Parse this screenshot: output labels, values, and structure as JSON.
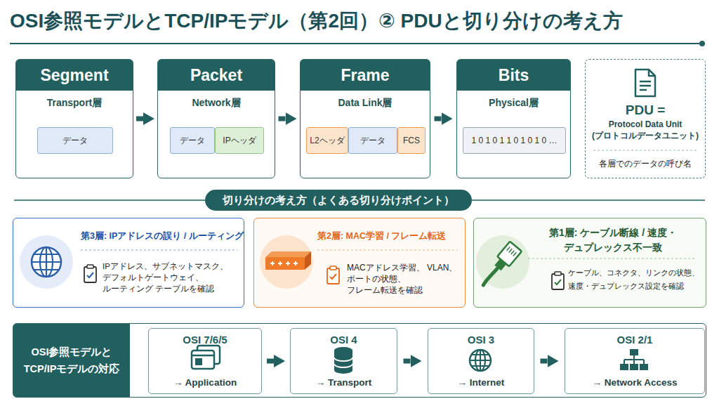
{
  "diagram": {
    "title": "OSI参照モデルとTCP/IPモデル（第2回）② PDUと切り分けの考え方",
    "nodes": [
      {
        "text": [
          "Segment",
          "Transport層"
        ]
      },
      {
        "text": [
          "データ"
        ],
        "in": 0
      },
      {
        "text": [
          "Packet",
          "Network層"
        ]
      },
      {
        "text": [
          "データ"
        ],
        "in": 2
      },
      {
        "text": [
          "IPヘッダ"
        ],
        "in": 2
      },
      {
        "text": [
          "Frame",
          "Data Link層"
        ]
      },
      {
        "text": [
          "L2ヘッダ"
        ],
        "in": 5
      },
      {
        "text": [
          "データ"
        ],
        "in": 5
      },
      {
        "text": [
          "FCS"
        ],
        "in": 5
      },
      {
        "text": [
          "Bits",
          "Physical層"
        ]
      },
      {
        "text": [
          "1 0 1 0 1 1 0 1 0 1 0 …"
        ],
        "in": 9
      },
      {
        "text": [
          "PDU =",
          "Protocol Data Unit (プロトコルデータユニット)",
          "各層でのデータの呼び名"
        ]
      },
      {
        "text": [
          "切り分けの考え方（よくある切り分けポイント）"
        ]
      },
      {
        "text": [
          "第3層: IPアドレスの誤り / ルーティング",
          "IPアドレス、サブネットマスク、 デフォルトゲートウェイ、ルーティング テーブルを確認"
        ]
      },
      {
        "text": [
          "第2層: MAC学習 / フレーム転送",
          "MACアドレス学習、 VLAN、ポートの状態、 フレーム転送を確認"
        ]
      },
      {
        "text": [
          "第1層: ケーブル断線 / 速度・デュプレックス不一致",
          "ケーブル、コネクタ、リンクの状態、 速度・デュプレックス設定を確認"
        ]
      },
      {
        "text": [
          "OSI参照モデルと TCP/IPモデルの対応"
        ]
      },
      {
        "text": [
          "OSI 7/6/5",
          "→ Application"
        ],
        "in": 16
      },
      {
        "text": [
          "OSI 4",
          "→ Transport"
        ],
        "in": 16
      },
      {
        "text": [
          "OSI 3",
          "→ Internet"
        ],
        "in": 16
      },
      {
        "text": [
          "OSI 2/1",
          "→ Network Access"
        ],
        "in": 16
      }
    ],
    "edges": [
      {
        "from": 0,
        "to": 2,
        "arrow": "to"
      },
      {
        "from": 2,
        "to": 5,
        "arrow": "to"
      },
      {
        "from": 5,
        "to": 9,
        "arrow": "to"
      },
      {
        "from": 17,
        "to": 18,
        "arrow": "to"
      },
      {
        "from": 18,
        "to": 19,
        "arrow": "to"
      },
      {
        "from": 19,
        "to": 20,
        "arrow": "to"
      }
    ]
  }
}
